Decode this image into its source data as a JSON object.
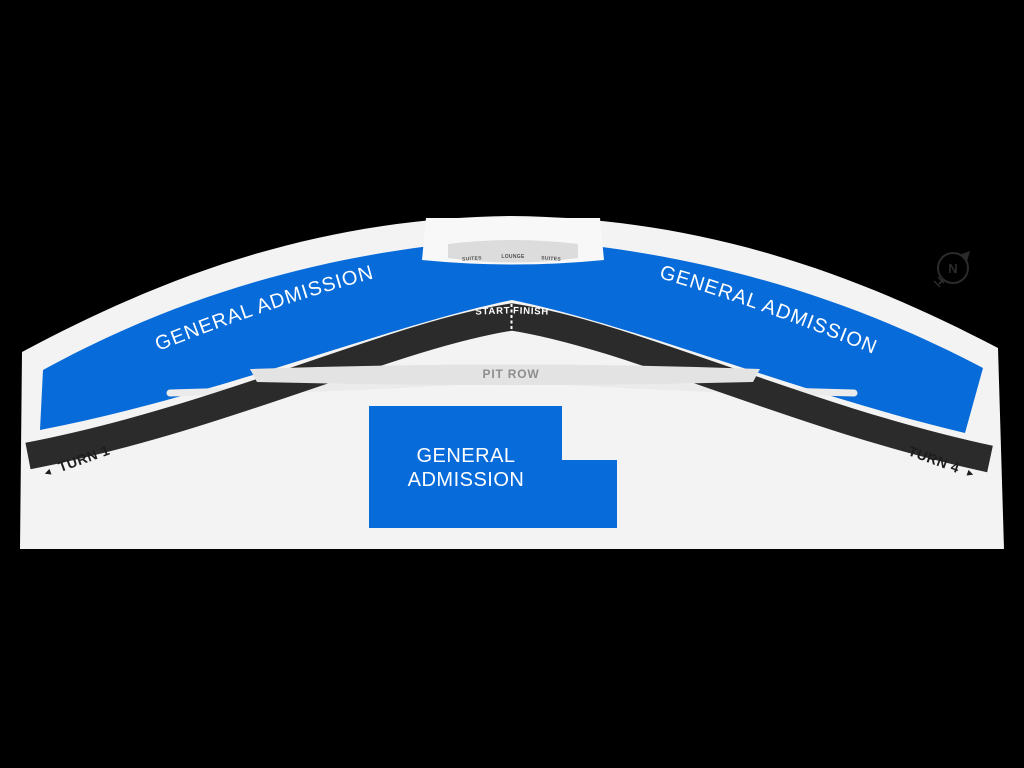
{
  "title": "Race track seating map",
  "colors": {
    "background": "#000000",
    "venue_background": "#f3f3f3",
    "section_blue": "#076bd9",
    "track_dark": "#2b2b2b",
    "pit_row_background": "#e3e3e3",
    "pit_row_text": "#8e8e8e",
    "suites_background": "#dcdcdc",
    "suites_text": "#4d4d4d",
    "turn_label_text": "#1d1d1d",
    "section_label_text": "#ffffff",
    "compass": "#2b2b2b"
  },
  "map": {
    "grandstands": {
      "left_label": "GENERAL ADMISSION",
      "right_label": "GENERAL ADMISSION"
    },
    "infield_section": {
      "line1": "GENERAL",
      "line2": "ADMISSION"
    },
    "suites_row": {
      "suites_left": "SUITES",
      "lounge": "LOUNGE",
      "suites_right": "SUITES"
    },
    "pit_row_label": "PIT ROW",
    "track": {
      "start": "START",
      "finish": "FINISH"
    },
    "turns": {
      "turn1": "TURN 1",
      "turn1_arrow": "◄",
      "turn4": "TURN 4",
      "turn4_arrow": "►"
    },
    "compass_label": "N"
  }
}
